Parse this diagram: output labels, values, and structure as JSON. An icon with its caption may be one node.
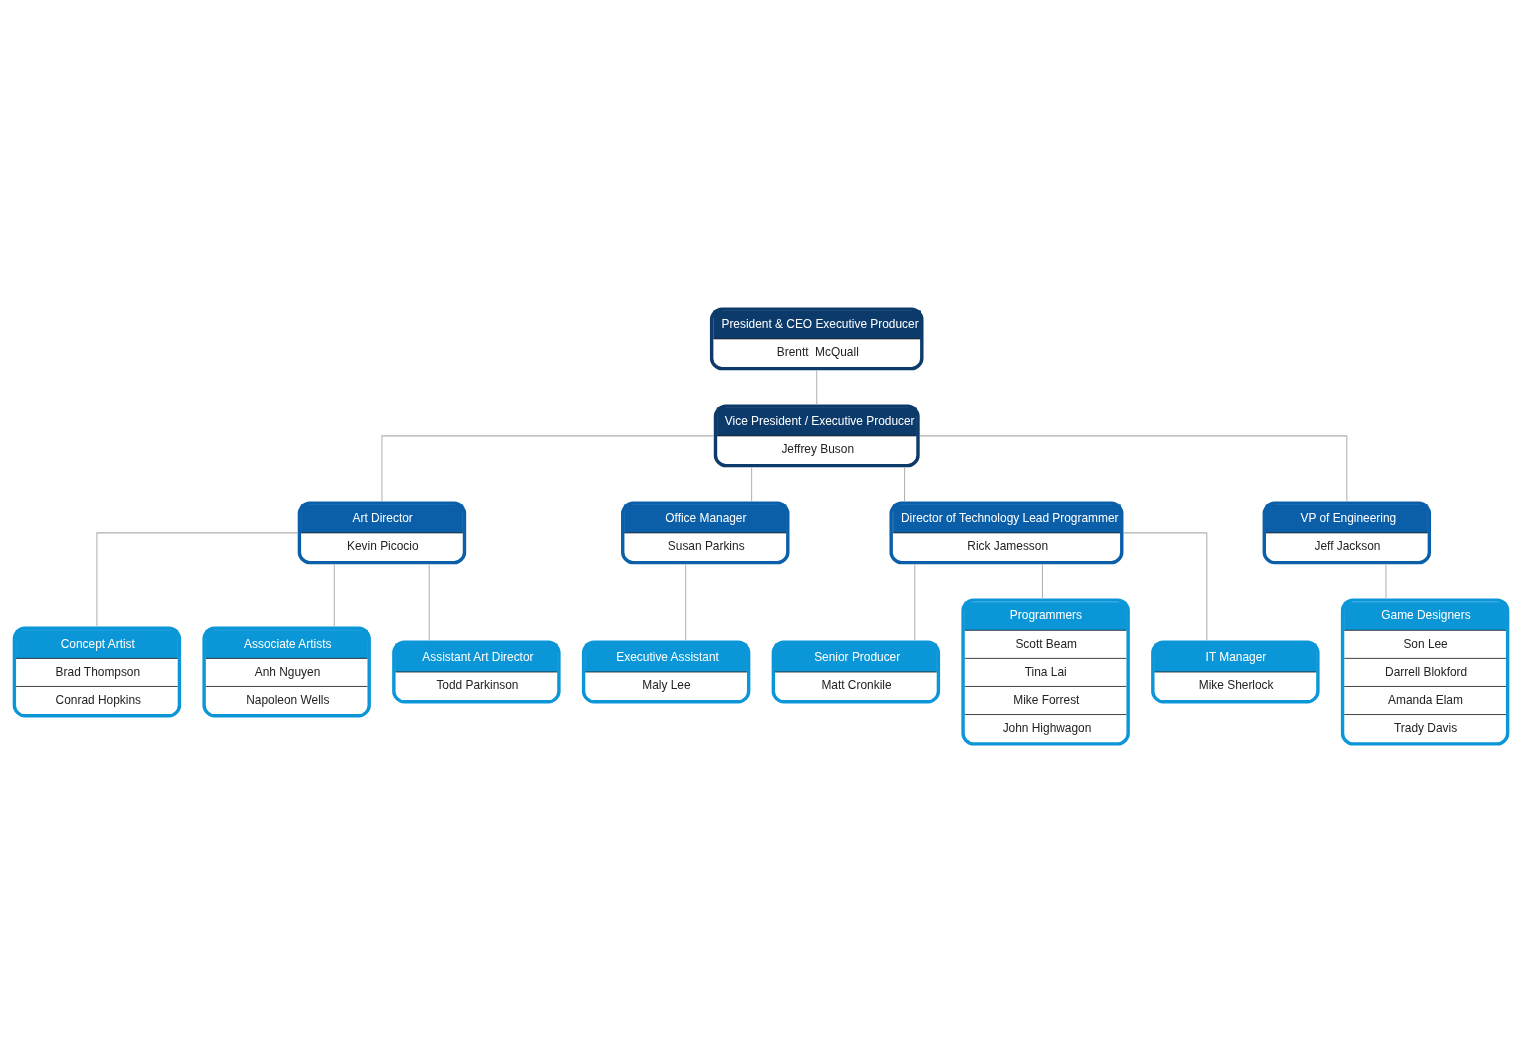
{
  "diagram": {
    "nodes": [
      {
        "text": [
          "President & CEO Executive Producer",
          "Brentt  McQuall"
        ]
      },
      {
        "text": [
          "Vice President / Executive Producer",
          "Jeffrey Buson"
        ]
      },
      {
        "text": [
          "Art Director",
          "Kevin Picocio"
        ]
      },
      {
        "text": [
          "Office Manager",
          "Susan Parkins"
        ]
      },
      {
        "text": [
          "Director of Technology Lead Programmer",
          "Rick Jamesson"
        ]
      },
      {
        "text": [
          "VP of Engineering",
          "Jeff Jackson"
        ]
      },
      {
        "text": [
          "Concept Artist",
          "Brad Thompson",
          "Conrad Hopkins"
        ]
      },
      {
        "text": [
          "Associate Artists",
          "Anh Nguyen",
          "Napoleon Wells"
        ]
      },
      {
        "text": [
          "Assistant Art Director",
          "Todd Parkinson"
        ]
      },
      {
        "text": [
          "Executive Assistant",
          "Maly Lee"
        ]
      },
      {
        "text": [
          "Senior Producer",
          "Matt Cronkile"
        ]
      },
      {
        "text": [
          "Programmers",
          "Scott Beam",
          "Tina Lai",
          "Mike Forrest",
          "John Highwagon"
        ]
      },
      {
        "text": [
          "IT Manager",
          "Mike Sherlock"
        ]
      },
      {
        "text": [
          "Game Designers",
          "Son Lee",
          "Darrell Blokford",
          "Amanda Elam",
          "Trady Davis"
        ]
      }
    ],
    "edges": [
      {
        "from": 0,
        "to": 1,
        "arrow": "none"
      },
      {
        "from": 1,
        "to": 2,
        "arrow": "none"
      },
      {
        "from": 1,
        "to": 3,
        "arrow": "none"
      },
      {
        "from": 1,
        "to": 4,
        "arrow": "none"
      },
      {
        "from": 1,
        "to": 5,
        "arrow": "none"
      },
      {
        "from": 2,
        "to": 6,
        "arrow": "none"
      },
      {
        "from": 2,
        "to": 7,
        "arrow": "none"
      },
      {
        "from": 2,
        "to": 8,
        "arrow": "none"
      },
      {
        "from": 3,
        "to": 9,
        "arrow": "none"
      },
      {
        "from": 4,
        "to": 10,
        "arrow": "none"
      },
      {
        "from": 4,
        "to": 11,
        "arrow": "none"
      },
      {
        "from": 4,
        "to": 12,
        "arrow": "none"
      },
      {
        "from": 5,
        "to": 13,
        "arrow": "none"
      }
    ]
  }
}
